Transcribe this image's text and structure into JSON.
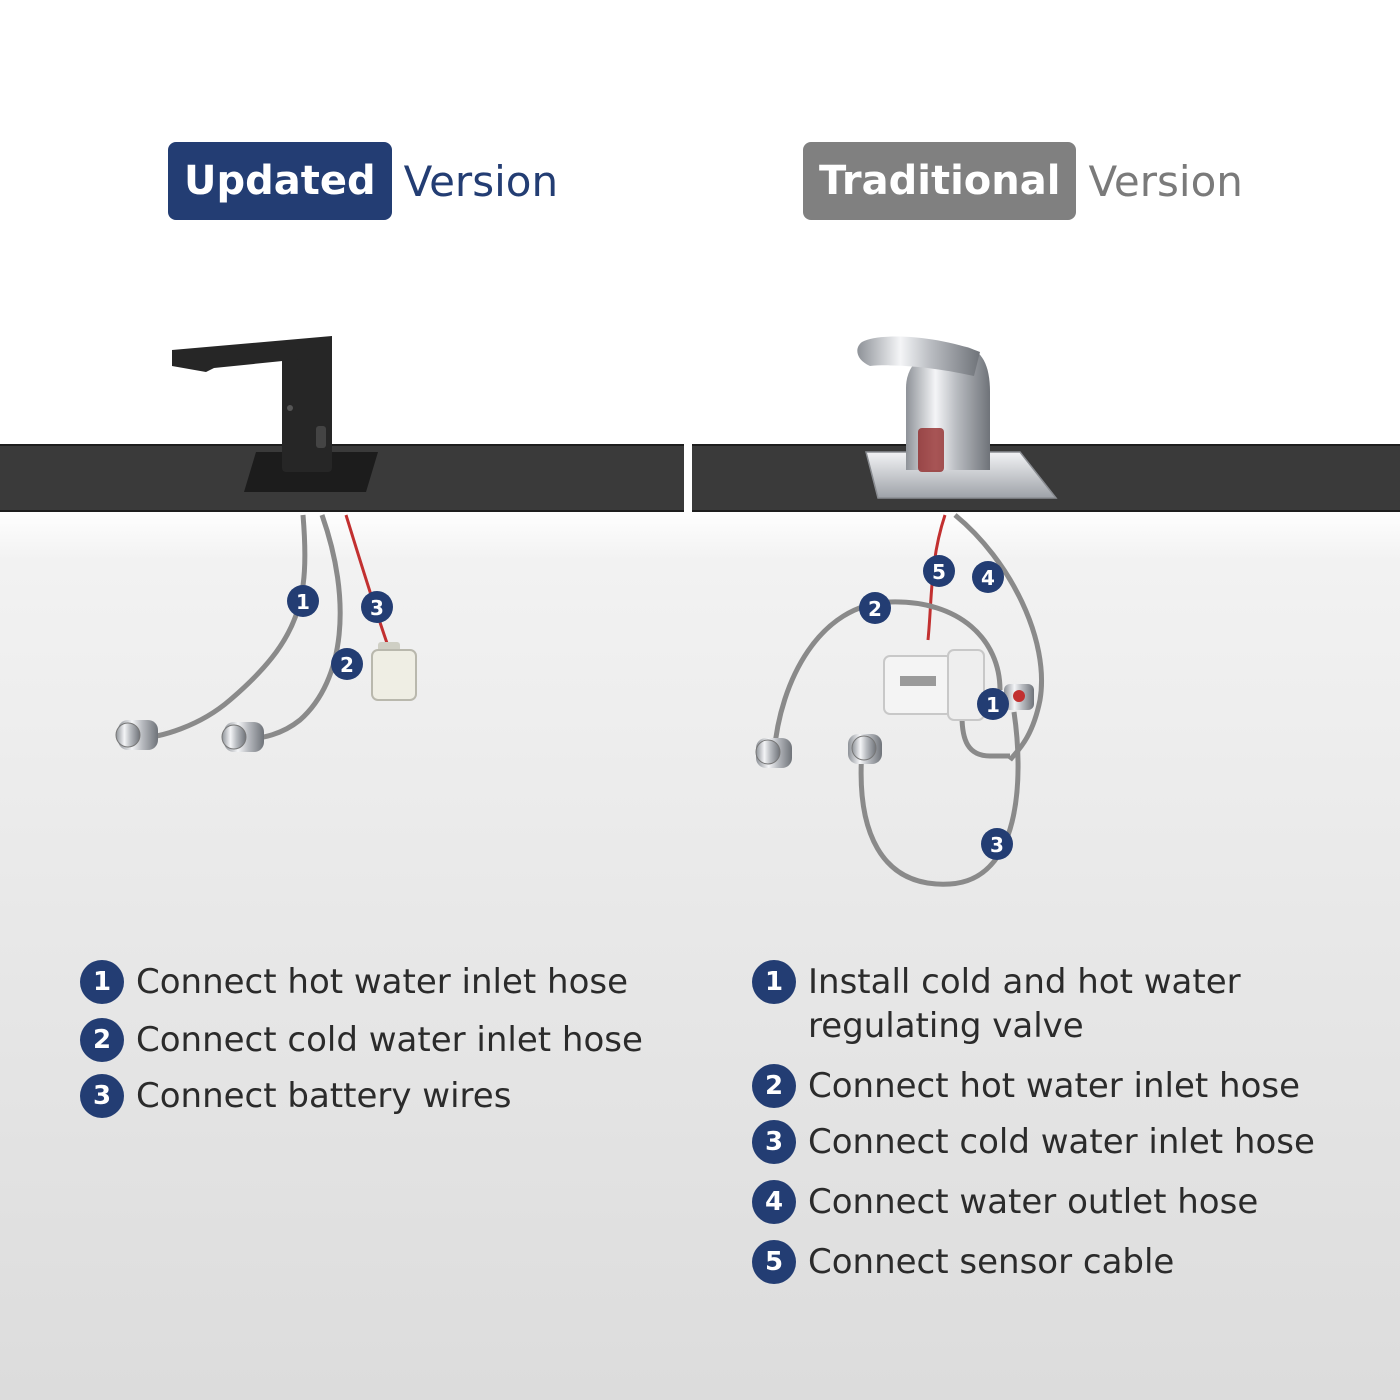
{
  "colors": {
    "updated_badge": "#233d73",
    "updated_text": "#233d73",
    "traditional_badge": "#808080",
    "traditional_text": "#7a7a7a",
    "step_marker": "#233d73",
    "counter": "#3a3a3a"
  },
  "headers": {
    "updated": {
      "badge": "Updated",
      "suffix": "Version"
    },
    "traditional": {
      "badge": "Traditional",
      "suffix": "Version"
    }
  },
  "diagram_markers": {
    "updated": [
      "1",
      "3",
      "2"
    ],
    "traditional": [
      "5",
      "4",
      "2",
      "1",
      "3"
    ]
  },
  "steps": {
    "updated": [
      {
        "num": "1",
        "text": "Connect hot water inlet hose"
      },
      {
        "num": "2",
        "text": "Connect cold water inlet hose"
      },
      {
        "num": "3",
        "text": "Connect battery wires"
      }
    ],
    "traditional": [
      {
        "num": "1",
        "text": "Install cold and hot water regulating valve"
      },
      {
        "num": "2",
        "text": "Connect hot water inlet hose"
      },
      {
        "num": "3",
        "text": "Connect cold water inlet hose"
      },
      {
        "num": "4",
        "text": "Connect water outlet hose"
      },
      {
        "num": "5",
        "text": "Connect sensor cable"
      }
    ]
  }
}
